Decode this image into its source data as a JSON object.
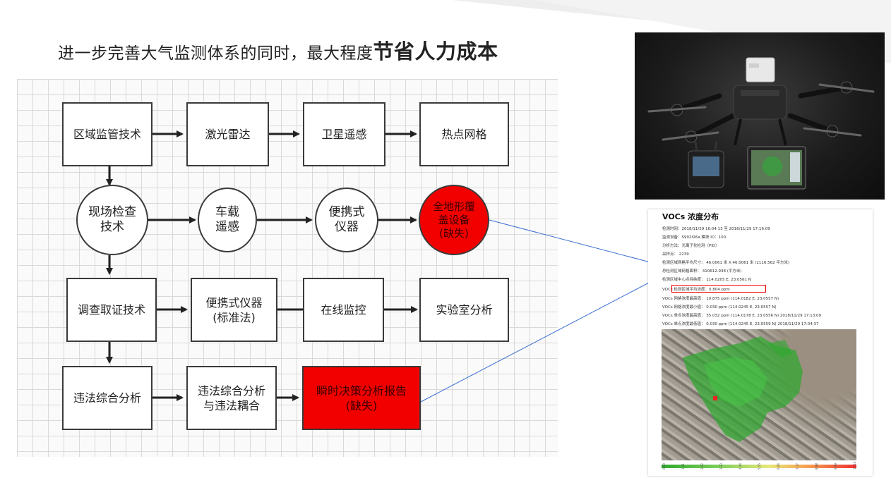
{
  "headline": {
    "normal": "进一步完善大气监测体系的同时，最大程度",
    "bold": "节省人力成本"
  },
  "diagram": {
    "nodes": {
      "r1c1": "区域监管技术",
      "r1c2": "激光雷达",
      "r1c3": "卫星遥感",
      "r1c4": "热点网格",
      "r2c1": "现场检查\n技术",
      "r2c2": "车载\n遥感",
      "r2c3": "便携式\n仪器",
      "r2c4": "全地形覆\n盖设备\n(缺失)",
      "r3c1": "调查取证技术",
      "r3c2": "便携式仪器\n(标准法)",
      "r3c3": "在线监控",
      "r3c4": "实验室分析",
      "r4c1": "违法综合分析",
      "r4c2": "违法综合分析\n与违法耦合",
      "r4c3": "瞬时决策分析报告\n(缺失)"
    }
  },
  "report": {
    "title": "VOCs 浓度分布",
    "lines": [
      "检测时间：2018/11/29 16:04:13 至 2018/11/29 17:16:09",
      "监测设备：S902f26a  模块 ID：100",
      "分析方法：光离子化检测（PID）",
      "采样点：  2239",
      "检测区域网格平均尺寸：  46.0061 米 X 46.0061 米 (2116.562 平方米)",
      "总检测区域网格面积：  410612.938 (平方米)",
      "检测区域中心点经纬度：  114.0205 E, 23.0561 N",
      "VOCs 检测区域平均浓度：0.804 ppm",
      "VOCs 网格浓度最高值：  10.875 ppm (114.0182 E, 23.0557 N)",
      "VOCs 网格浓度最小值：  0.030 ppm (114.0245 E, 23.0557 N)",
      "VOCs 单点浓度最高值：  35.032 ppm (114.0178 E, 23.0556 N) 2018/11/29 17:13:09",
      "VOCs 单点浓度最低值：  0.030 ppm (114.0245 E, 23.0559 N) 2018/11/29 17:04:37"
    ],
    "legend_ticks": [
      "0.00",
      "1.11",
      "2.22",
      "3.33",
      "4.44",
      "5.55",
      "6.66",
      "7.77",
      "8.88",
      "9.99",
      "11.10"
    ]
  },
  "colors": {
    "missing_node": "#f20000",
    "connector_line": "#3a6fd0",
    "highlight_box": "#e00000"
  }
}
